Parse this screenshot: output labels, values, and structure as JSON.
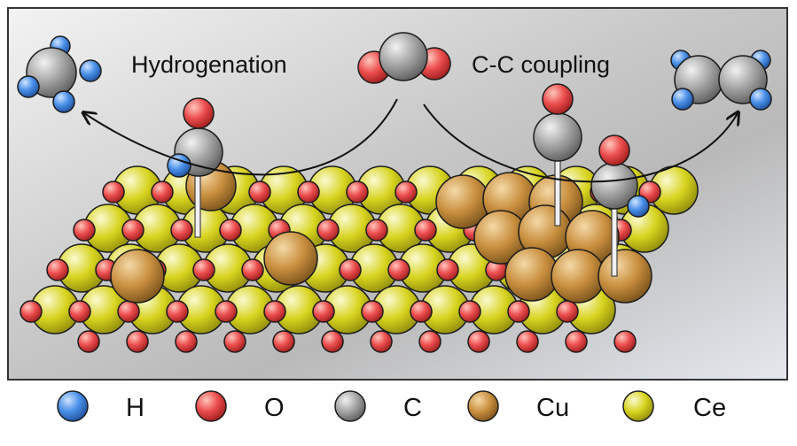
{
  "labels": {
    "hydrogenation": "Hydrogenation",
    "cc_coupling": "C-C coupling"
  },
  "legend": [
    {
      "symbol": "H",
      "atom": "H"
    },
    {
      "symbol": "O",
      "atom": "O"
    },
    {
      "symbol": "C",
      "atom": "C"
    },
    {
      "symbol": "Cu",
      "atom": "Cu"
    },
    {
      "symbol": "Ce",
      "atom": "Ce"
    }
  ],
  "colors": {
    "H": "#4a90e8",
    "O": "#ec4e4e",
    "C": "#a7a7a7",
    "Cu": "#c98f3e",
    "Ce": "#d7d31e",
    "frame": "#333333",
    "bond": "#555555"
  }
}
